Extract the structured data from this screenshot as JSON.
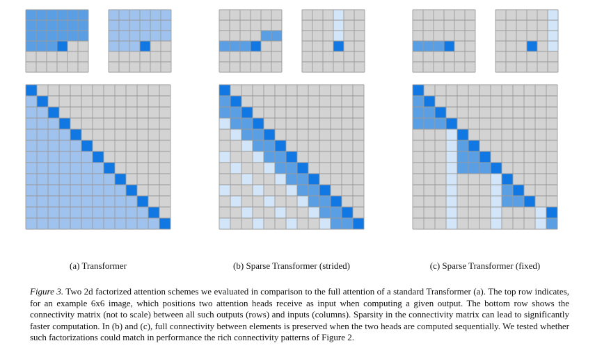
{
  "colors": {
    "empty": "#d3d3d3",
    "dark": "#1178e3",
    "mid": "#5a9fe3",
    "light": "#9fc3ee",
    "pale": "#d3e5f8",
    "gridline": "#9a9a9a"
  },
  "panels": [
    {
      "id": "a",
      "label": "(a) Transformer",
      "heads": [
        {
          "rows": [
            "mmmmmm",
            "mmmmmm",
            "mmmmmm",
            "mmmDee",
            "eeeeee",
            "eeeeee"
          ]
        },
        {
          "rows": [
            "llllll",
            "llllll",
            "llllll",
            "lllDee",
            "eeeeee",
            "eeeeee"
          ]
        }
      ],
      "matrix": [
        "Deeeeeeeeeeee",
        "lDeeeeeeeeeee",
        "llDeeeeeeeeee",
        "lllDeeeeeeeee",
        "llllDeeeeeeee",
        "lllllDeeeeeee",
        "llllllDeeeeee",
        "lllllllDeeeee",
        "llllllllDeeee",
        "lllllllllDeee",
        "llllllllllDee",
        "lllllllllllDe",
        "llllllllllllD"
      ]
    },
    {
      "id": "b",
      "label": "(b) Sparse Transformer (strided)",
      "heads": [
        {
          "rows": [
            "eeeeee",
            "eeeeee",
            "eeeemm",
            "mmmDee",
            "eeeeee",
            "eeeeee"
          ]
        },
        {
          "rows": [
            "eeepee",
            "eeepee",
            "eeepee",
            "eeeDee",
            "eeeeee",
            "eeeeee"
          ]
        }
      ],
      "matrix": [
        "Deeeeeeeeeeee",
        "mDeeeeeeeeeee",
        "mmDeeeeeeeeee",
        "pmmDeeeeeeeee",
        "epmmDeeeeeeee",
        "eepmmDeeeeeee",
        "peepmmDeeeeee",
        "epeepmmDeeeee",
        "eepeepmmDeeee",
        "peepeepmmDeee",
        "epeepeepmmDee",
        "eepeepeepmmDe",
        "peepeepeepmmD"
      ]
    },
    {
      "id": "c",
      "label": "(c) Sparse Transformer (fixed)",
      "heads": [
        {
          "rows": [
            "eeeeee",
            "eeeeee",
            "eeeeee",
            "mmmDee",
            "eeeeee",
            "eeeeee"
          ]
        },
        {
          "rows": [
            "eeeeep",
            "eeeeep",
            "eeeeep",
            "eeeDep",
            "eeeeee",
            "eeeeee"
          ]
        }
      ],
      "matrix": [
        "Deeeeeeeeeeee",
        "mDeeeeeeeeeee",
        "mmDeeeeeeeeee",
        "mmmDeeeeeeeee",
        "eeepDeeeeeeee",
        "eeepmDeeeeeee",
        "eeepmmDeeeeee",
        "eeepmmmDeeeee",
        "eeepeeepDeeee",
        "eeepeeepmDeee",
        "eeepeeepmmDee",
        "eeepeeepeeepD",
        "eeepeeepeeepm"
      ]
    }
  ],
  "caption": {
    "figure_ref": "Figure 3.",
    "text": "Two 2d factorized attention schemes we evaluated in comparison to the full attention of a standard Transformer (a). The top row indicates, for an example 6x6 image, which positions two attention heads receive as input when computing a given output. The bottom row shows the connectivity matrix (not to scale) between all such outputs (rows) and inputs (columns). Sparsity in the connectivity matrix can lead to significantly faster computation. In (b) and (c), full connectivity between elements is preserved when the two heads are computed sequentially. We tested whether such factorizations could match in performance the rich connectivity patterns of Figure 2."
  }
}
